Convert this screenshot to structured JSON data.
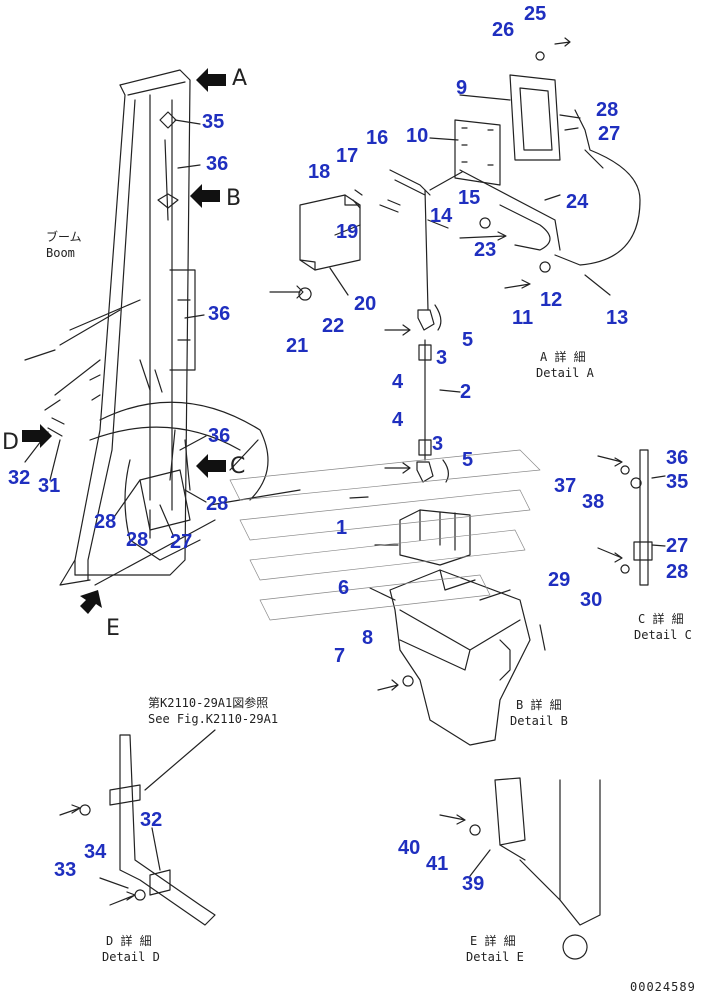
{
  "callouts": [
    "1",
    "2",
    "3",
    "3",
    "4",
    "4",
    "5",
    "5",
    "6",
    "7",
    "8",
    "9",
    "10",
    "11",
    "12",
    "13",
    "14",
    "15",
    "16",
    "17",
    "18",
    "19",
    "20",
    "21",
    "22",
    "23",
    "24",
    "25",
    "26",
    "27",
    "27",
    "27",
    "28",
    "28",
    "28",
    "28",
    "28",
    "29",
    "30",
    "31",
    "32",
    "32",
    "33",
    "34",
    "35",
    "35",
    "36",
    "36",
    "36",
    "36",
    "37",
    "38",
    "39",
    "40",
    "41"
  ],
  "views": [
    "A",
    "B",
    "C",
    "D",
    "E"
  ],
  "labels": {
    "boom_jp": "ブーム",
    "boom_en": "Boom",
    "detail_a_jp": "A 詳 細",
    "detail_a_en": "Detail A",
    "detail_b_jp": "B 詳 細",
    "detail_b_en": "Detail B",
    "detail_c_jp": "C 詳 細",
    "detail_c_en": "Detail C",
    "detail_d_jp": "D 詳 細",
    "detail_d_en": "Detail D",
    "detail_e_jp": "E 詳 細",
    "detail_e_en": "Detail E",
    "ref_jp": "第K2110-29A1図参照",
    "ref_en": "See Fig.K2110-29A1"
  },
  "drawing_code": "00024589",
  "colors": {
    "callout": "#1f2fbf",
    "line": "#222222"
  }
}
